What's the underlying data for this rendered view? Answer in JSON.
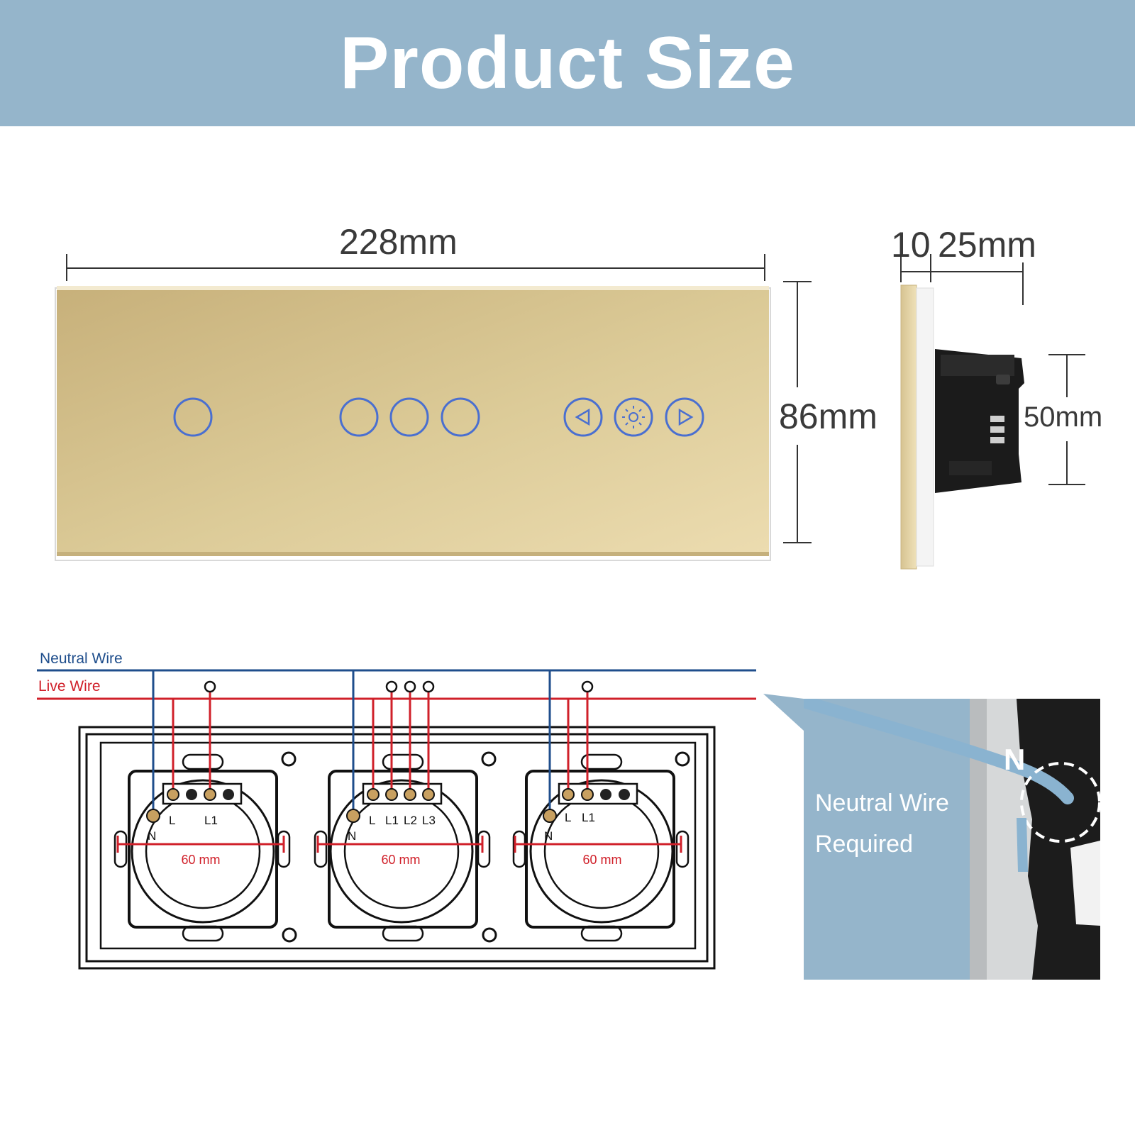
{
  "header": {
    "title": "Product Size",
    "bg_color": "#95b5cb"
  },
  "front_view": {
    "width_label": "228mm",
    "height_label": "86mm",
    "panel_color": "#e0cf9d",
    "button_color": "#4a6fd0",
    "buttons": [
      {
        "group": 1,
        "icon": "blank-circle-icon"
      },
      {
        "group": 2,
        "icon": "blank-circle-icon"
      },
      {
        "group": 2,
        "icon": "blank-circle-icon"
      },
      {
        "group": 2,
        "icon": "blank-circle-icon"
      },
      {
        "group": 3,
        "icon": "left-triangle-icon"
      },
      {
        "group": 3,
        "icon": "sun-icon"
      },
      {
        "group": 3,
        "icon": "right-triangle-icon"
      }
    ]
  },
  "side_view": {
    "glass_label": "10",
    "depth_label": "25mm",
    "box_label": "50mm"
  },
  "wiring": {
    "neutral_label": "Neutral Wire",
    "live_label": "Live Wire",
    "neutral_color": "#1f4e8c",
    "live_color": "#d0202a",
    "modules": [
      {
        "terminals": [
          "L",
          "L1"
        ],
        "neutral": "N",
        "spacing": "60 mm"
      },
      {
        "terminals": [
          "L",
          "L1",
          "L2",
          "L3"
        ],
        "neutral": "N",
        "spacing": "60 mm"
      },
      {
        "terminals": [
          "L",
          "L1"
        ],
        "neutral": "N",
        "spacing": "60 mm"
      }
    ]
  },
  "callout": {
    "line1": "Neutral Wire",
    "line2": "Required",
    "badge": "N"
  }
}
